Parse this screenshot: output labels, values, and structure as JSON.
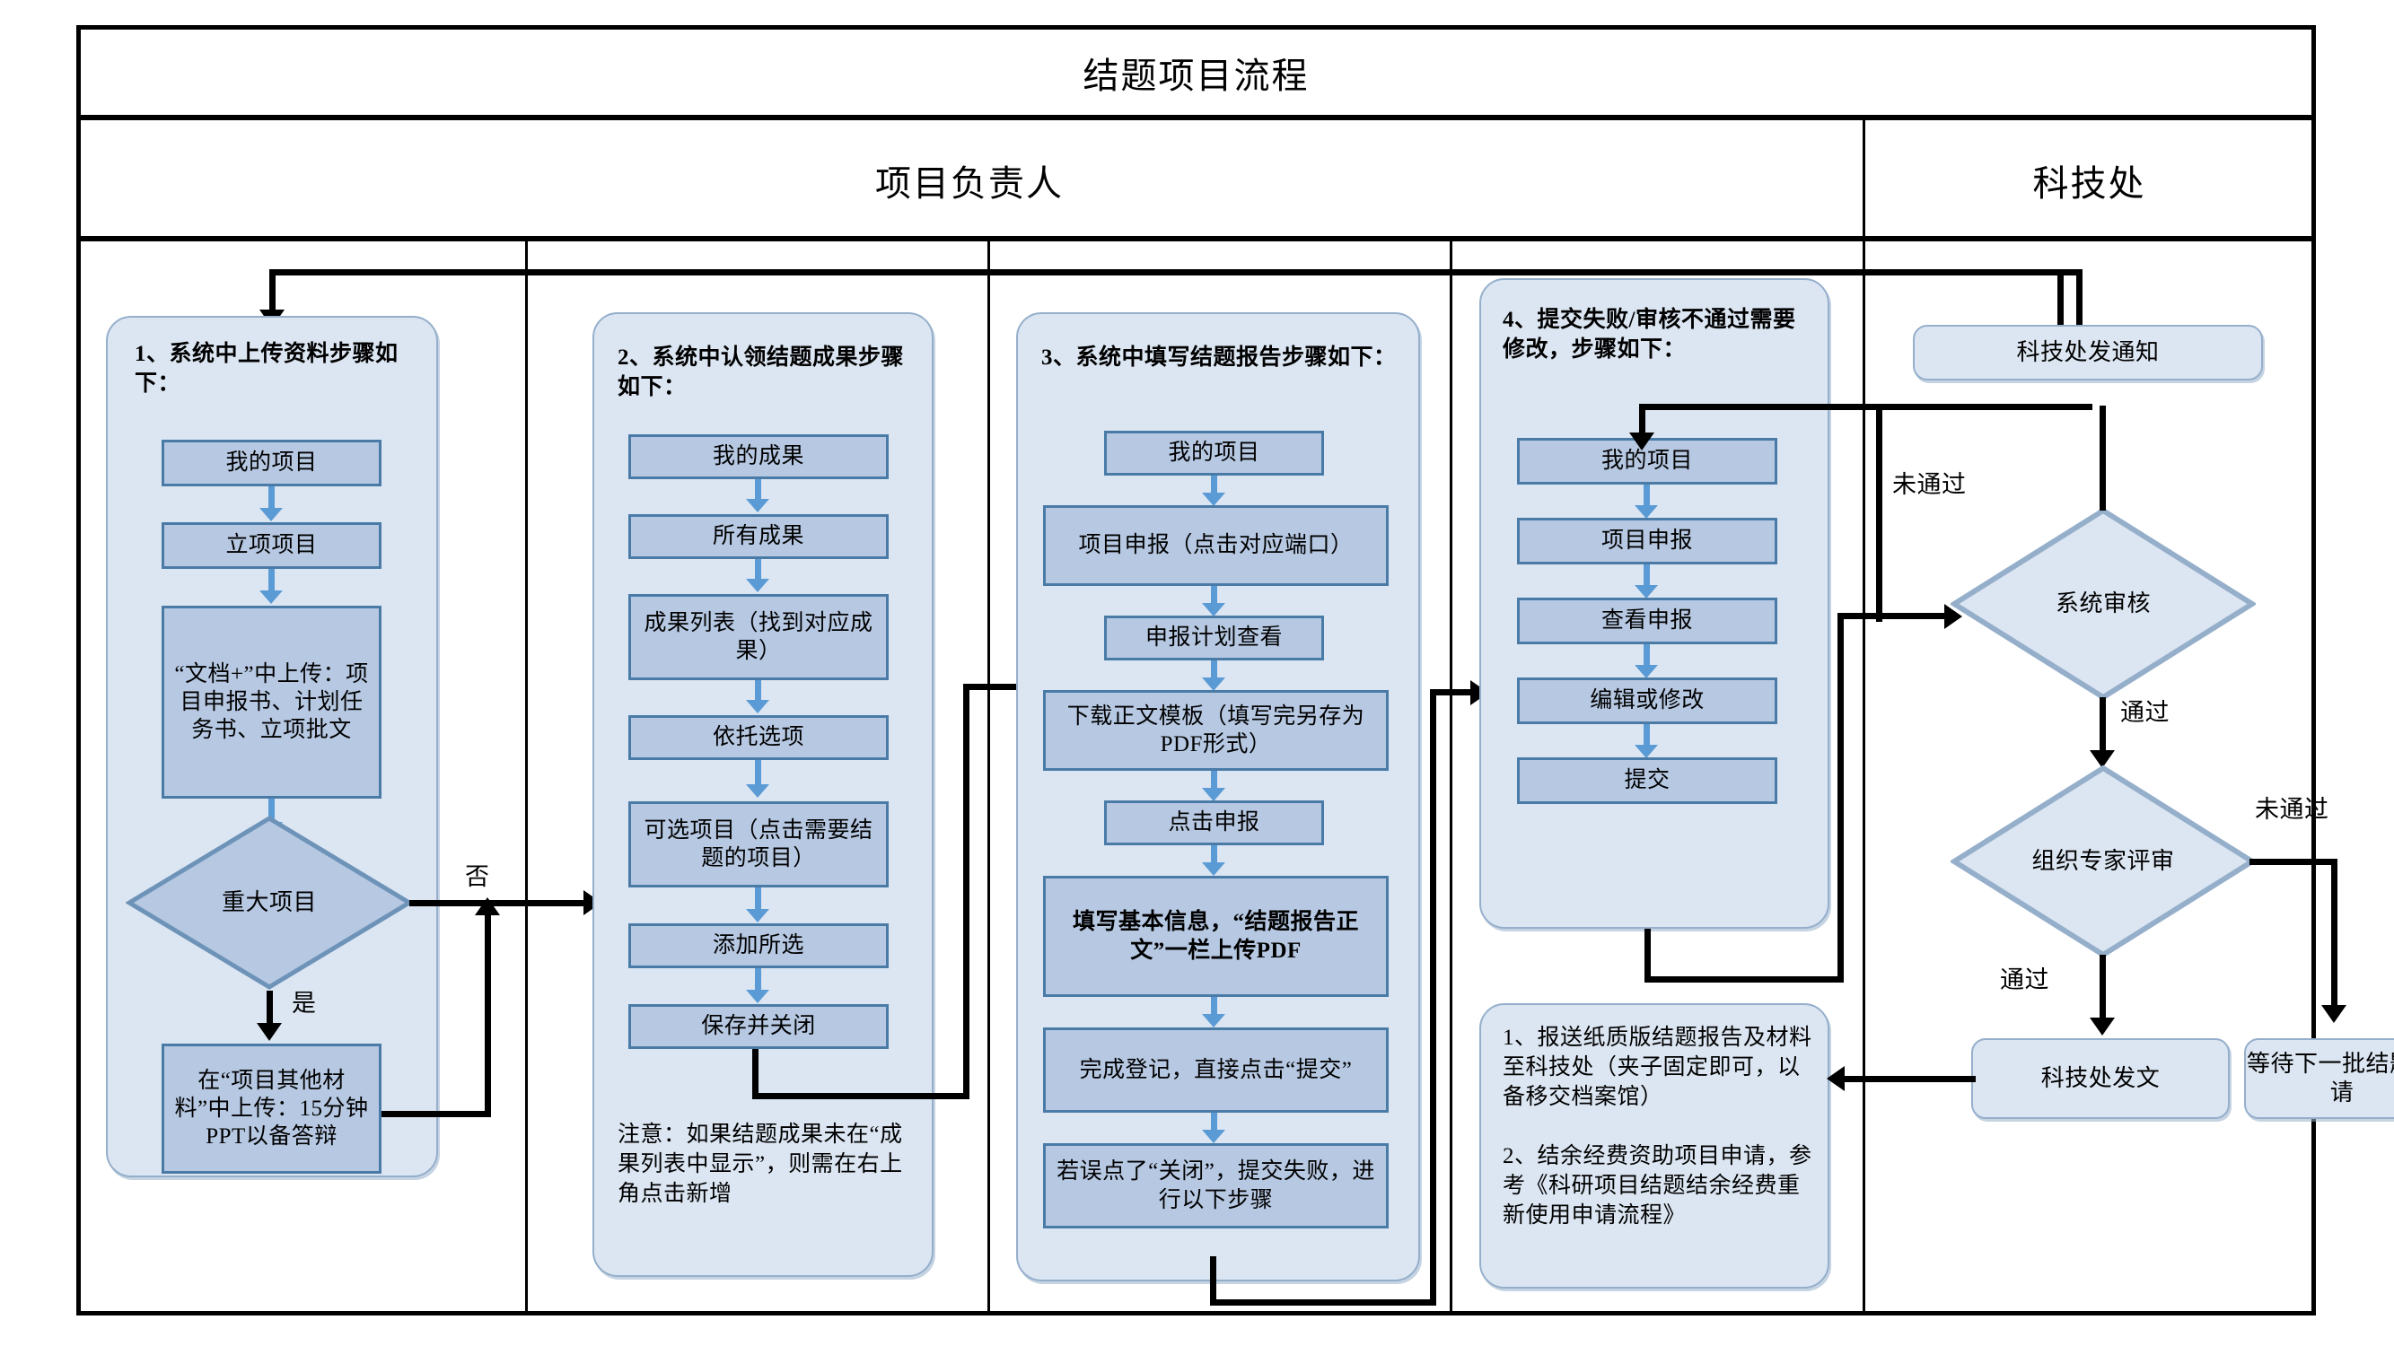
{
  "title": "结题项目流程",
  "lanes": [
    {
      "name": "项目负责人"
    },
    {
      "name": "科技处"
    }
  ],
  "columns": [
    {
      "id": "col1",
      "heading": "1、系统中上传资料步骤如下：",
      "steps": [
        {
          "label": "我的项目"
        },
        {
          "label": "立项项目"
        },
        {
          "label": "“文档+”中上传：项目申报书、计划任务书、立项批文"
        },
        {
          "label": "重大项目",
          "shape": "diamond"
        },
        {
          "label": "在“项目其他材料”中上传：15分钟PPT以备答辩"
        }
      ],
      "edge_labels": {
        "no": "否",
        "yes": "是"
      }
    },
    {
      "id": "col2",
      "heading": "2、系统中认领结题成果步骤如下：",
      "steps": [
        {
          "label": "我的成果"
        },
        {
          "label": "所有成果"
        },
        {
          "label": "成果列表（找到对应成果）"
        },
        {
          "label": "依托选项"
        },
        {
          "label": "可选项目（点击需要结题的项目）"
        },
        {
          "label": "添加所选"
        },
        {
          "label": "保存并关闭"
        }
      ],
      "note": "注意：如果结题成果未在“成果列表中显示”，则需在右上角点击新增"
    },
    {
      "id": "col3",
      "heading": "3、系统中填写结题报告步骤如下：",
      "steps": [
        {
          "label": "我的项目"
        },
        {
          "label": "项目申报（点击对应端口）"
        },
        {
          "label": "申报计划查看"
        },
        {
          "label": "下载正文模板（填写完另存为PDF形式）"
        },
        {
          "label": "点击申报"
        },
        {
          "label": "填写基本信息，“结题报告正文”一栏上传PDF"
        },
        {
          "label": "完成登记，直接点击“提交”"
        },
        {
          "label": "若误点了“关闭”，提交失败，进行以下步骤"
        }
      ]
    },
    {
      "id": "col4",
      "heading": "4、提交失败/审核不通过需要修改，步骤如下：",
      "steps": [
        {
          "label": "我的项目"
        },
        {
          "label": "项目申报"
        },
        {
          "label": "查看申报"
        },
        {
          "label": "编辑或修改"
        },
        {
          "label": "提交"
        }
      ],
      "notes": [
        "1、报送纸质版结题报告及材料至科技处（夹子固定即可，以备移交档案馆）",
        "2、结余经费资助项目申请，参考《科研项目结题结余经费重新使用申请流程》"
      ]
    },
    {
      "id": "col5",
      "nodes": [
        {
          "label": "科技处发通知",
          "shape": "rounded"
        },
        {
          "label": "系统审核",
          "shape": "diamond"
        },
        {
          "label": "组织专家评审",
          "shape": "diamond"
        },
        {
          "label": "科技处发文",
          "shape": "rounded"
        },
        {
          "label": "等待下一批结题申请",
          "shape": "rounded"
        }
      ],
      "edge_labels": {
        "sys_fail": "未通过",
        "sys_pass": "通过",
        "exp_fail": "未通过",
        "exp_pass": "通过"
      }
    }
  ],
  "colors": {
    "panel_fill": "#DCE6F2",
    "panel_border": "#95AFCB",
    "box_fill": "#B6C8E2",
    "box_border": "#4A7BA7",
    "arrow_blue": "#5B9BD5",
    "arrow_black": "#000000"
  }
}
